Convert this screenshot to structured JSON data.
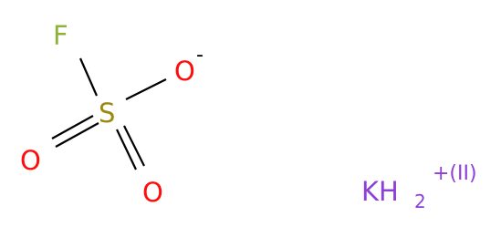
{
  "molecule": {
    "atoms": {
      "fluorine": "F",
      "sulfur": "S",
      "oxygen_anion": "O",
      "oxygen_anion_charge": "-",
      "oxygen_left": "O",
      "oxygen_bottom": "O"
    },
    "cation": {
      "symbol": "KH",
      "subscript": "2",
      "charge": "+(II)"
    },
    "colors": {
      "fluorine": "#90b23c",
      "sulfur": "#9b8a10",
      "oxygen": "#ff0d0d",
      "potassium": "#8f40d4",
      "bond": "#000000"
    }
  }
}
